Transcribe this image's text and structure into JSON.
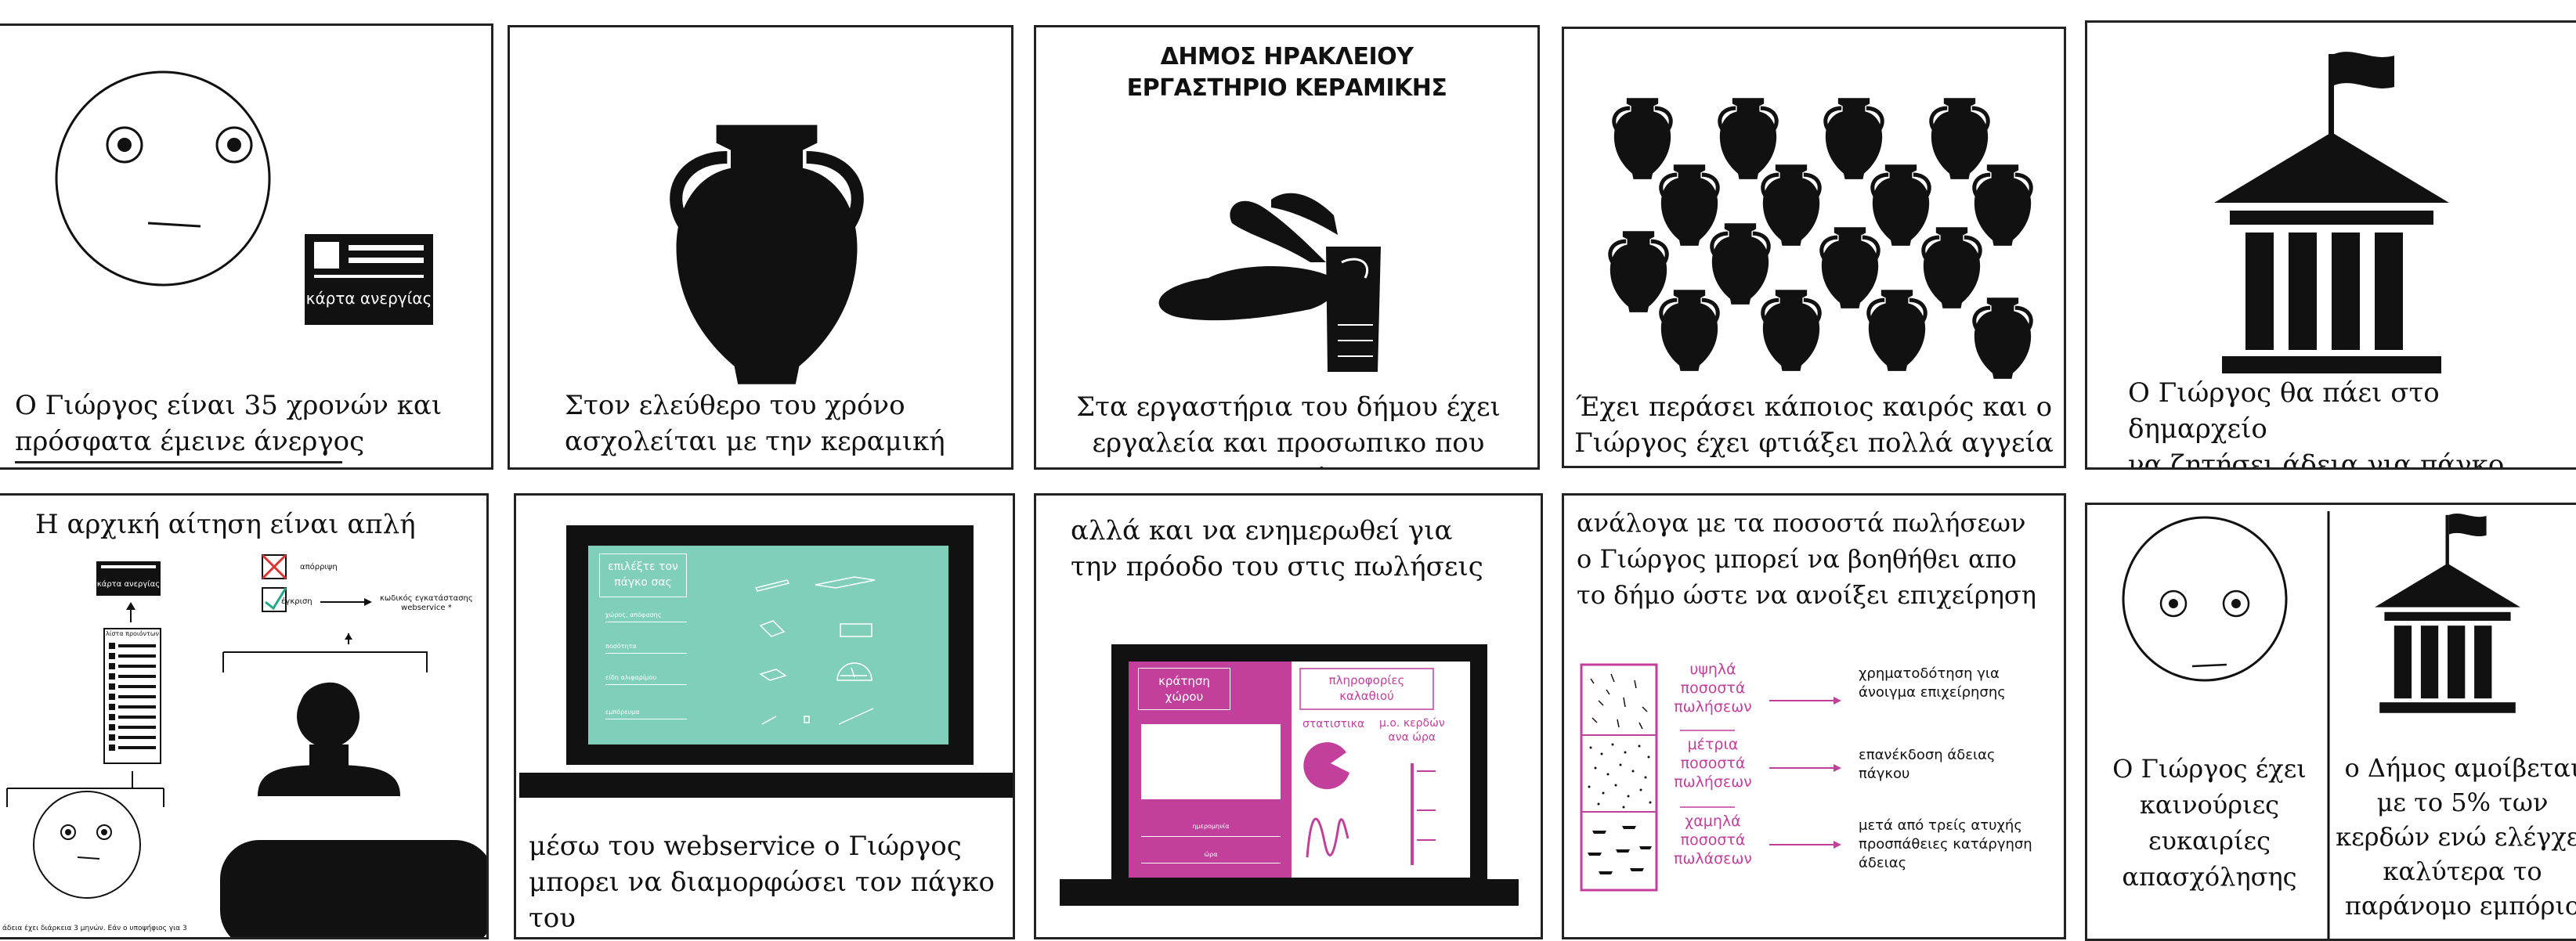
{
  "colors": {
    "ink": "#111111",
    "teal": "#7fcfbb",
    "magenta": "#c23f9c",
    "pink_border": "#d469b4"
  },
  "panel1": {
    "card_label": "κάρτα ανεργίας",
    "caption_line1": "Ο Γιώργος είναι 35 χρονών  και",
    "caption_line2": "πρόσφατα έμεινε άνεργος"
  },
  "panel2": {
    "caption_line1": "Στον ελεύθερο του χρόνο",
    "caption_line2": "ασχολείται με την κεραμική"
  },
  "panel3": {
    "title_line1": "ΔΗΜΟΣ ΗΡΑΚΛΕΙΟΥ",
    "title_line2": "ΕΡΓΑΣΤΗΡΙΟ ΚΕΡΑΜΙΚΗΣ",
    "caption_line1": "Στα εργαστήρια του δήμου έχει",
    "caption_line2": "εργαλεία και προσωπικο που βοηθούν"
  },
  "panel4": {
    "caption_line1": "Έχει περάσει κάποιος καιρός και ο",
    "caption_line2": "Γιώργος έχει φτιάξει πολλά αγγεία"
  },
  "panel5": {
    "caption_line1": "Ο Γιώργος θα πάει στο δημαρχείο",
    "caption_line2": "να ζητήσει άδεια για πάγκο"
  },
  "panel6": {
    "title": "Η αρχική αίτηση είναι απλή",
    "card_label": "κάρτα ανεργίας",
    "list_title": "λίστα προιόντων",
    "reject_label": "απόρριψη",
    "approve_label": "έγκριση",
    "code_label_line1": "κωδικός εγκατάστασης",
    "code_label_line2": "webservice *",
    "footnote_line1": "άδεια έχει διάρκεια 3 μηνών. Εάν ο υποψήφιος για 3"
  },
  "panel7": {
    "screen_title_line1": "επιλέξτε τον",
    "screen_title_line2": "πάγκο σας",
    "menu_items": [
      "χώρος, απόφασης",
      "ποσότητα",
      "είδη αλιφαρίμου",
      "εμπόρευμα"
    ],
    "caption_line1": "μέσω του  webservice ο Γιώργος",
    "caption_line2": "μπορει να διαμορφώσει τον πάγκο",
    "caption_line3": "του"
  },
  "panel8": {
    "caption_line1": "αλλά και να ενημερωθεί για",
    "caption_line2": "την πρόοδο του στις πωλήσεις",
    "btn_booking_line1": "κράτηση",
    "btn_booking_line2": "χώρου",
    "btn_info_line1": "πληροφορίες",
    "btn_info_line2": "καλαθιού",
    "stats_label": "στατιστικα",
    "avg_label_line1": "μ.ο. κερδών",
    "avg_label_line2": "ανα ώρα",
    "field1": "ημερομηνία",
    "field2": "ώρα"
  },
  "panel9": {
    "caption_line1": "ανάλογα με τα ποσοστά πωλήσεων",
    "caption_line2": "ο Γιώργος μπορεί να βοηθήθει απο",
    "caption_line3": "το δήμο ώστε να ανοίξει επιχείρηση",
    "rows": [
      {
        "label_line1": "υψηλά",
        "label_line2": "ποσοστά",
        "label_line3": "πωλήσεων",
        "result_line1": "χρηματοδότηση για",
        "result_line2": "άνοιγμα επιχείρησης"
      },
      {
        "label_line1": "μέτρια",
        "label_line2": "ποσοστά",
        "label_line3": "πωλήσεων",
        "result_line1": "επανέκδοση άδειας",
        "result_line2": "πάγκου"
      },
      {
        "label_line1": "χαμηλά",
        "label_line2": "ποσοστά",
        "label_line3": "πωλάσεων",
        "result_line1": "μετά από τρείς ατυχής",
        "result_line2": "προσπάθειες κατάργηση",
        "result_line3": "άδειας"
      }
    ]
  },
  "panel10": {
    "left_line1": "Ο Γιώργος έχει",
    "left_line2": "καινούριες",
    "left_line3": "ευκαιρίες",
    "left_line4": "απασχόλησης",
    "right_line1": "ο Δήμος αμοίβεται",
    "right_line2": "με το 5% των",
    "right_line3": "κερδών ενώ ελέγχει",
    "right_line4": "καλύτερα το",
    "right_line5": "παράνομο εμπόριο"
  },
  "icons": [
    "face-icon",
    "unemployment-card-icon",
    "amphora-icon",
    "potter-hands-icon",
    "town-hall-icon",
    "laptop-icon",
    "pie-chart-icon",
    "checkbox-icon",
    "person-icon"
  ]
}
